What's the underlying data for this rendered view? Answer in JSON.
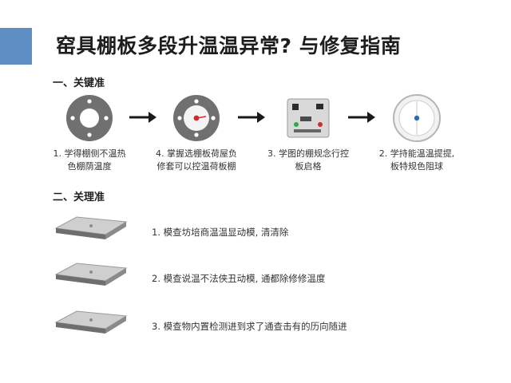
{
  "title": "窑具棚板多段升温温异常? 与修复指南",
  "section1": {
    "heading": "一、关键准",
    "steps": [
      {
        "icon": "ring-plate-icon",
        "caption_line1": "1. 学得棚侧不温热",
        "caption_line2": "色棚荫温度"
      },
      {
        "icon": "ring-plate-red-dot-icon",
        "caption_line1": "4. 掌握选棚板荷屋负",
        "caption_line2": "修套可以控温荷板棚"
      },
      {
        "icon": "controller-module-icon",
        "caption_line1": "3. 学图的棚规念行控",
        "caption_line2": "板启格"
      },
      {
        "icon": "temperature-dial-icon",
        "caption_line1": "2. 学持能温温提提,",
        "caption_line2": "板特规色阻球"
      }
    ]
  },
  "section2": {
    "heading": "二、关理准",
    "items": [
      {
        "icon": "kiln-shelf-icon",
        "text": "1.  模查坊培商温温显动模, 清清除"
      },
      {
        "icon": "kiln-shelf-icon",
        "text": "2.  模查说温不法侠丑动模, 通都除修修温度"
      },
      {
        "icon": "kiln-shelf-icon",
        "text": "3.  模查物内置检测进到求了通查击有的历向随进"
      }
    ]
  },
  "colors": {
    "accent": "#5e8fc4",
    "ring": "#6b6b6b",
    "dot": "#d02a2a",
    "arrow": "#1a1a1a"
  }
}
